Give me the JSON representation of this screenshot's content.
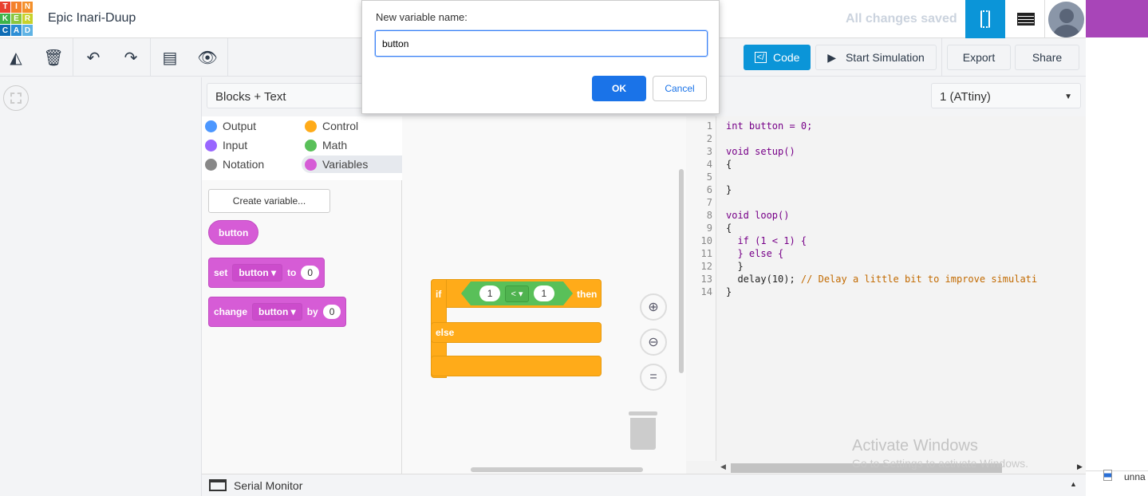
{
  "header": {
    "logo_letters": [
      "T",
      "I",
      "N",
      "K",
      "E",
      "R",
      "C",
      "A",
      "D"
    ],
    "logo_colors": [
      "#e8402f",
      "#f4802b",
      "#f4902b",
      "#3db34a",
      "#8bc63f",
      "#c8d22b",
      "#0e6db5",
      "#2d8fd6",
      "#5fb3e4"
    ],
    "title": "Epic Inari-Duup",
    "status": "All changes saved"
  },
  "toolbar": {
    "code_label": "Code",
    "simulate_label": "Start Simulation",
    "export_label": "Export",
    "share_label": "Share"
  },
  "mode_select": "Blocks + Text",
  "device_select": "1 (ATtiny)",
  "categories": [
    {
      "label": "Output",
      "color": "#4c97ff"
    },
    {
      "label": "Control",
      "color": "#ffab19"
    },
    {
      "label": "Input",
      "color": "#9966ff"
    },
    {
      "label": "Math",
      "color": "#59c059"
    },
    {
      "label": "Notation",
      "color": "#888888"
    },
    {
      "label": "Variables",
      "color": "#d65cd6"
    }
  ],
  "palette": {
    "create_variable": "Create variable...",
    "var_name": "button",
    "set": "set",
    "to": "to",
    "change": "change",
    "by": "by",
    "value": "0"
  },
  "workspace": {
    "if": "if",
    "then": "then",
    "else": "else",
    "left": "1",
    "op": "<",
    "right": "1"
  },
  "code": [
    [
      "int button = 0;",
      ""
    ],
    [
      "",
      ""
    ],
    [
      "void setup()",
      ""
    ],
    [
      "{",
      ""
    ],
    [
      "",
      ""
    ],
    [
      "}",
      ""
    ],
    [
      "",
      ""
    ],
    [
      "void loop()",
      ""
    ],
    [
      "{",
      ""
    ],
    [
      "  if (1 < 1) {",
      ""
    ],
    [
      "  } else {",
      ""
    ],
    [
      "  }",
      ""
    ],
    [
      "  delay(10); ",
      "// Delay a little bit to improve simulati"
    ],
    [
      "}",
      ""
    ]
  ],
  "line_numbers": [
    "1",
    "2",
    "3",
    "4",
    "5",
    "6",
    "7",
    "8",
    "9",
    "10",
    "11",
    "12",
    "13",
    "14"
  ],
  "serial_monitor": "Serial Monitor",
  "dialog": {
    "label": "New variable name:",
    "value": "button",
    "ok": "OK",
    "cancel": "Cancel"
  },
  "watermark": {
    "title": "Activate Windows",
    "sub": "Go to Settings to activate Windows."
  },
  "download": "unna"
}
